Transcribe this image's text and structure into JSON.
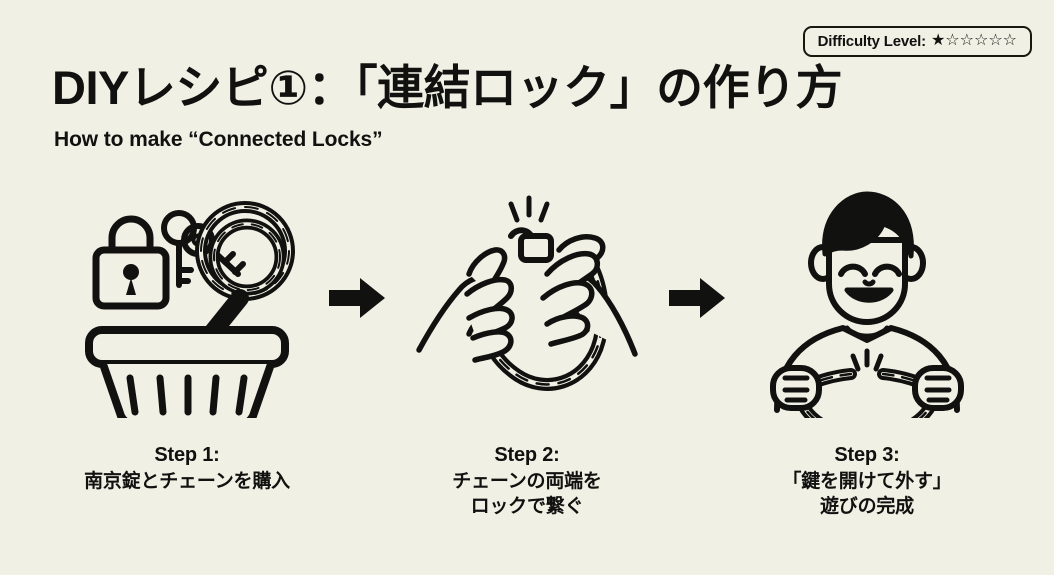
{
  "background_color": "#f1f0e5",
  "ink_color": "#111110",
  "badge": {
    "label": "Difficulty Level:",
    "stars": "★☆☆☆☆☆",
    "filled": 1,
    "total": 6
  },
  "header": {
    "title": "DIYレシピ①：「連結ロック」の作り方",
    "subtitle": "How to make “Connected Locks”"
  },
  "arrows": {
    "first": "arrow-right",
    "second": "arrow-right"
  },
  "steps": [
    {
      "art_name": "basket-with-padlock-keys-chain",
      "step_label": "Step 1:",
      "lines": [
        "南京錠とチェーンを購入"
      ]
    },
    {
      "art_name": "two-hands-joining-chain-with-lock",
      "step_label": "Step 2:",
      "lines": [
        "チェーンの両端を",
        "ロックで繋ぐ"
      ]
    },
    {
      "art_name": "smiling-child-holding-opened-chain",
      "step_label": "Step 3:",
      "lines": [
        "「鍵を開けて外す」",
        "遊びの完成"
      ]
    }
  ]
}
